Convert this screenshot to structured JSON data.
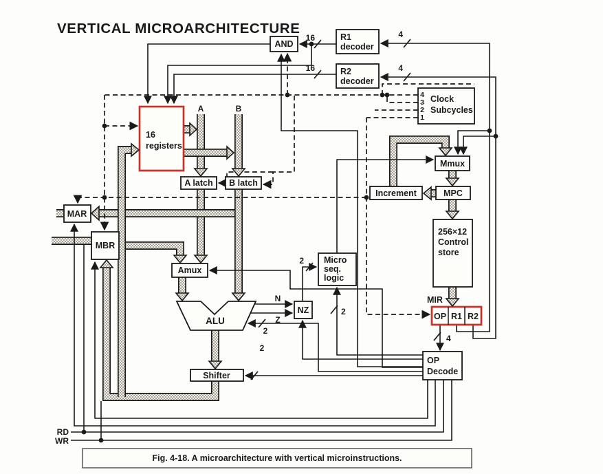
{
  "title": "VERTICAL MICROARCHITECTURE",
  "caption": "Fig. 4-18. A microarchitecture with vertical microinstructions.",
  "colors": {
    "highlight": "#c8322a",
    "line": "#1a1a1a",
    "background": "#fdfdfb"
  },
  "boxes": {
    "and": "AND",
    "r1_decoder": [
      "R1",
      "decoder"
    ],
    "r2_decoder": [
      "R2",
      "decoder"
    ],
    "clock": {
      "lines": [
        "Clock",
        "Subcycles"
      ],
      "subcycles": [
        "4",
        "3",
        "2",
        "1"
      ]
    },
    "registers": [
      "16",
      "registers"
    ],
    "a_latch": "A latch",
    "b_latch": "B latch",
    "mar": "MAR",
    "mbr": "MBR",
    "amux": "Amux",
    "alu": "ALU",
    "nz": "NZ",
    "micro_seq": [
      "Micro",
      "seq.",
      "logic"
    ],
    "shifter": "Shifter",
    "mmux": "Mmux",
    "increment": "Increment",
    "mpc": "MPC",
    "control_store": [
      "256×12",
      "Control",
      "store"
    ],
    "mir": {
      "label": "MIR",
      "fields": [
        "OP",
        "R1",
        "R2"
      ]
    },
    "op_decode": [
      "OP",
      "Decode"
    ]
  },
  "buses": {
    "a": "A",
    "b": "B"
  },
  "signals": {
    "n": "N",
    "z": "Z",
    "rd": "RD",
    "wr": "WR"
  },
  "bus_widths": {
    "r1_out": "16",
    "r2_out": "16",
    "r1_in": "4",
    "r2_in": "4",
    "mir_op": "4",
    "nz_to_seq": "2",
    "seq_in": "2",
    "alu_ctl": "2",
    "shifter_ctl": "2"
  }
}
